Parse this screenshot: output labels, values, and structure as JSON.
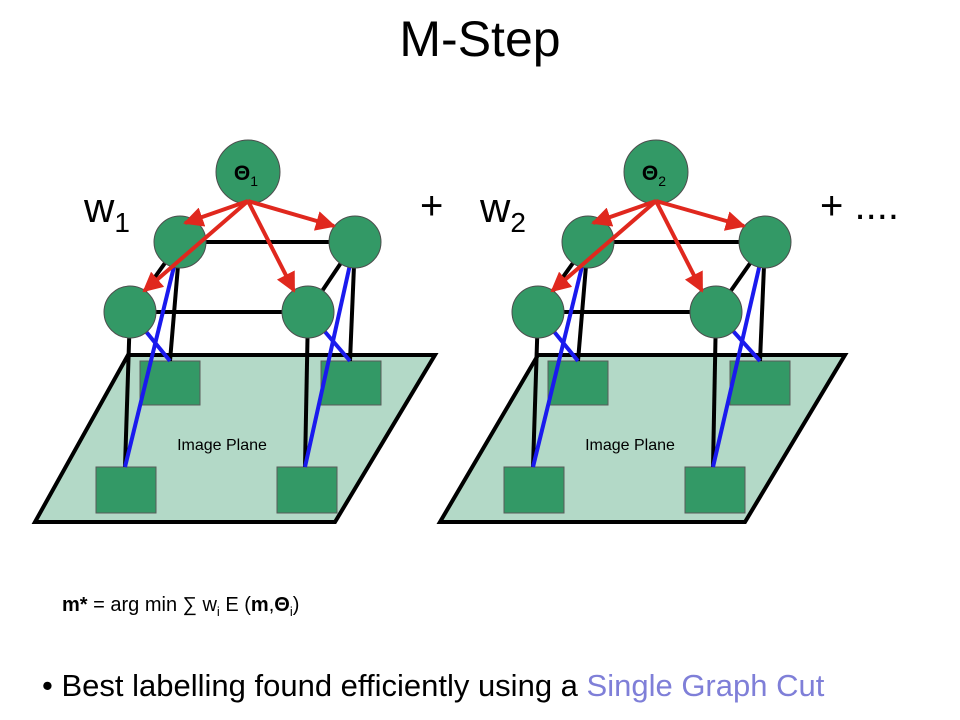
{
  "title": "M-Step",
  "weights": [
    {
      "symbol": "w",
      "sub": "1"
    },
    {
      "symbol": "w",
      "sub": "2"
    }
  ],
  "operators": {
    "plus_between": "+",
    "plus_trailing": "+ ...."
  },
  "theta_labels": [
    {
      "symbol": "Θ",
      "sub": "1"
    },
    {
      "symbol": "Θ",
      "sub": "2"
    }
  ],
  "plane_labels": [
    "Image Plane",
    "Image Plane"
  ],
  "formula": {
    "lhs": "m*",
    "eq": " = arg min ∑ ",
    "w": "w",
    "w_sub": "i",
    "E_open": " E (",
    "m": "m",
    "comma": ",",
    "theta": "Θ",
    "theta_sub": "i",
    "close": ")"
  },
  "bullet": {
    "marker": "•",
    "text": " Best labelling found efficiently using a ",
    "highlight": "Single Graph Cut"
  },
  "colors": {
    "node_fill": "#339966",
    "plane_fill": "#b3d9c7",
    "pixel_fill": "#339966",
    "red_edges": "#e0281e",
    "blue_edges": "#1a1aee",
    "black_edges": "#000000",
    "highlight_text": "#7f7fd8"
  }
}
